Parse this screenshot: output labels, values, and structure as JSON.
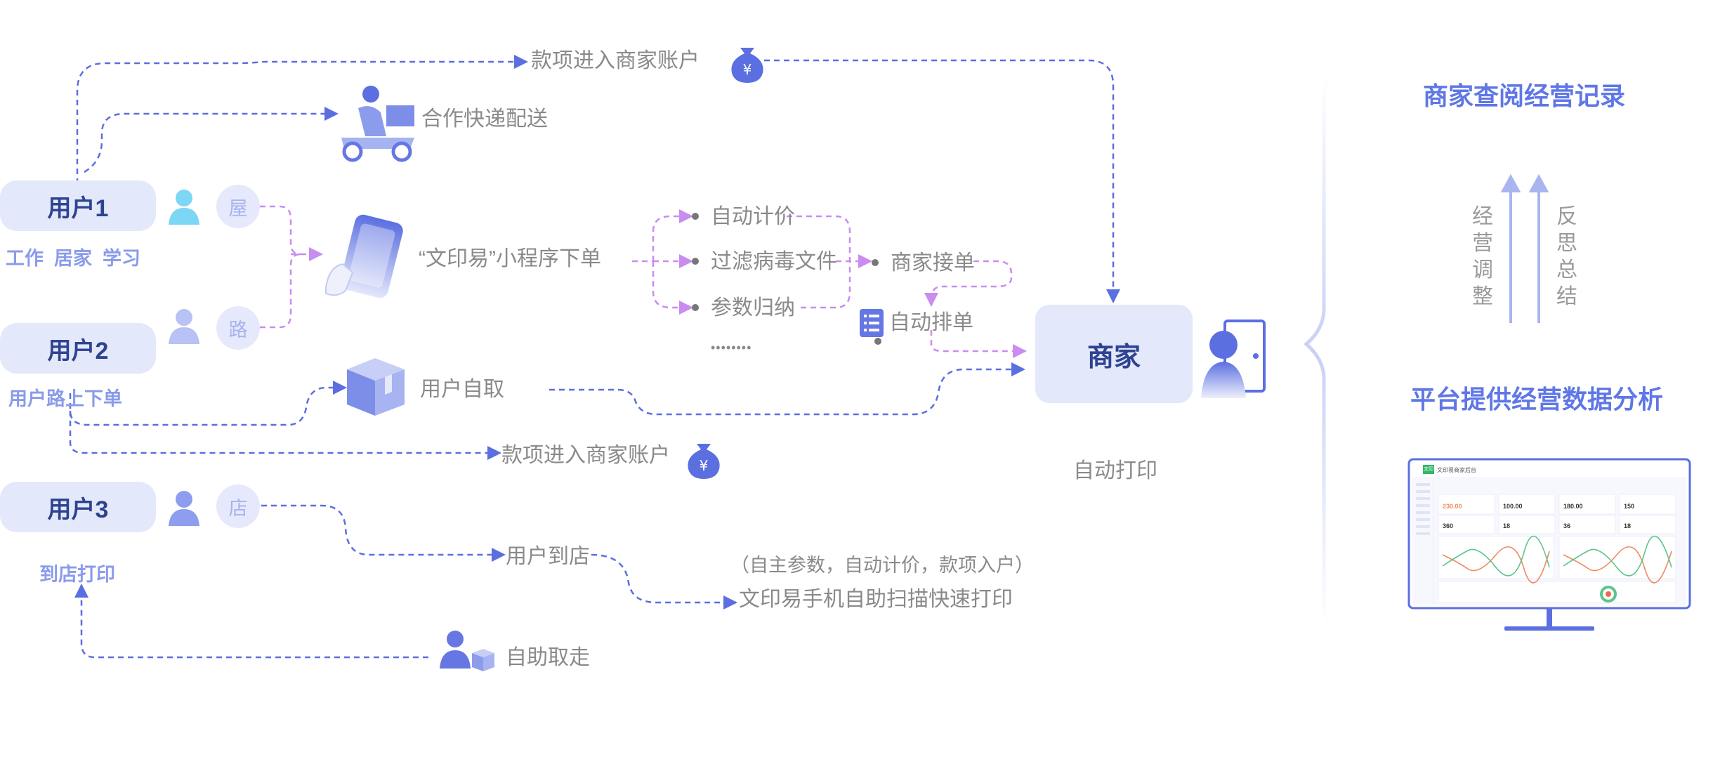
{
  "users": [
    {
      "name": "用户1",
      "sub": "工作  居家  学习",
      "tag": "屋"
    },
    {
      "name": "用户2",
      "sub": "用户路上下单",
      "tag": "路"
    },
    {
      "name": "用户3",
      "sub": "到店打印",
      "tag": "店"
    }
  ],
  "labels": {
    "payment_top": "款项进入商家账户",
    "delivery": "合作快递配送",
    "order": "“文印易”小程序下单",
    "auto_price": "自动计价",
    "virus_filter": "过滤病毒文件",
    "param_summary": "参数归纳",
    "dots": "••••••••",
    "merchant_accept": "商家接单",
    "auto_queue": "自动排单",
    "self_pickup": "用户自取",
    "payment_bottom": "款项进入商家账户",
    "auto_print": "自动打印",
    "arrive_store": "用户到店",
    "store_note": "（自主参数，自动计价，款项入户）",
    "scan_print": "文印易手机自助扫描快速打印",
    "self_take": "自助取走"
  },
  "merchant": {
    "name": "商家"
  },
  "right": {
    "top_title": "商家查阅经营记录",
    "bottom_title": "平台提供经营数据分析",
    "left_vertical": [
      "经",
      "营",
      "调",
      "整"
    ],
    "right_vertical": [
      "反",
      "思",
      "总",
      "结"
    ]
  },
  "monitor": {
    "logo": "文印",
    "app_title": "文印易商家后台",
    "stats": [
      "230.00",
      "100.00",
      "180.00",
      "150",
      "360",
      "18",
      "36",
      "18"
    ]
  },
  "icons": {
    "user": "person-icon",
    "money": "money-bag-icon",
    "courier": "courier-scooter-icon",
    "phone": "phone-in-hand-icon",
    "box": "package-box-icon",
    "list": "list-icon",
    "shopkeeper": "shopkeeper-icon",
    "monitor": "monitor-icon"
  },
  "colors": {
    "pill_bg": "#e4e8fb",
    "pill_text": "#2e4390",
    "blue_line": "#5b6fe0",
    "purple_line": "#c98cf0",
    "title_blue": "#5f77e6"
  }
}
